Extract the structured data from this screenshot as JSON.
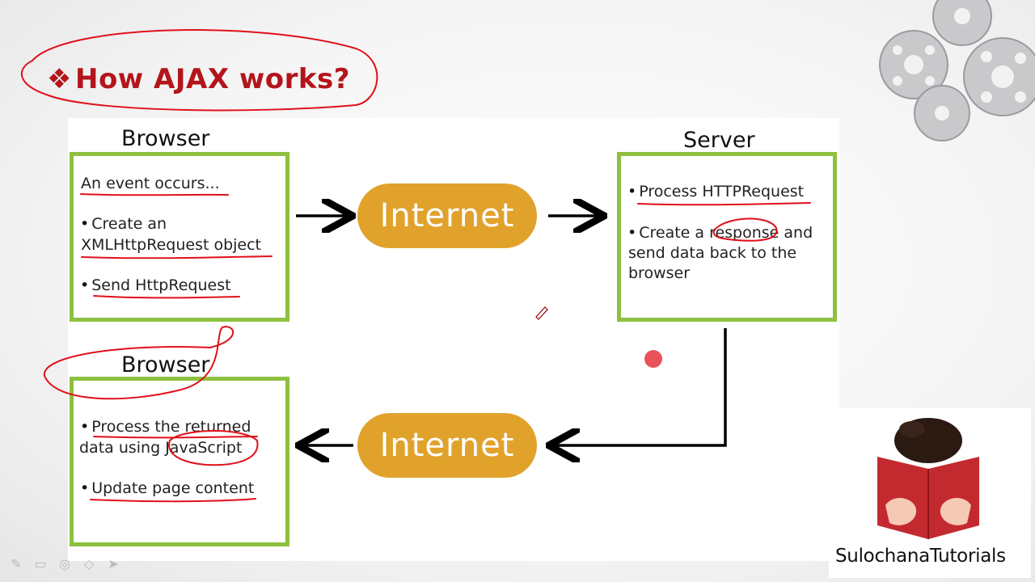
{
  "slide": {
    "title": "How AJAX works?",
    "title_bullet": "❖"
  },
  "diagram": {
    "browser_top": {
      "title": "Browser",
      "lines": [
        "An event occurs...",
        "Create an",
        "XMLHttpRequest object",
        "Send HttpRequest"
      ]
    },
    "internet_top": "Internet",
    "server": {
      "title": "Server",
      "lines": [
        "Process HTTPRequest",
        "Create a response and",
        "send data back to the",
        "browser"
      ]
    },
    "browser_bottom": {
      "title": "Browser",
      "lines": [
        "Process the returned",
        "data using JavaScript",
        "Update page content"
      ]
    },
    "internet_bottom": "Internet"
  },
  "branding": {
    "logo_text": "SulochanaTutorials"
  },
  "colors": {
    "title": "#b3151b",
    "box_border": "#8dc03f",
    "pill": "#e1a22c",
    "annotation": "#e0101a"
  },
  "icons": [
    "pen-icon",
    "screen-icon",
    "eraser-icon",
    "highlighter-icon",
    "pointer-icon"
  ]
}
